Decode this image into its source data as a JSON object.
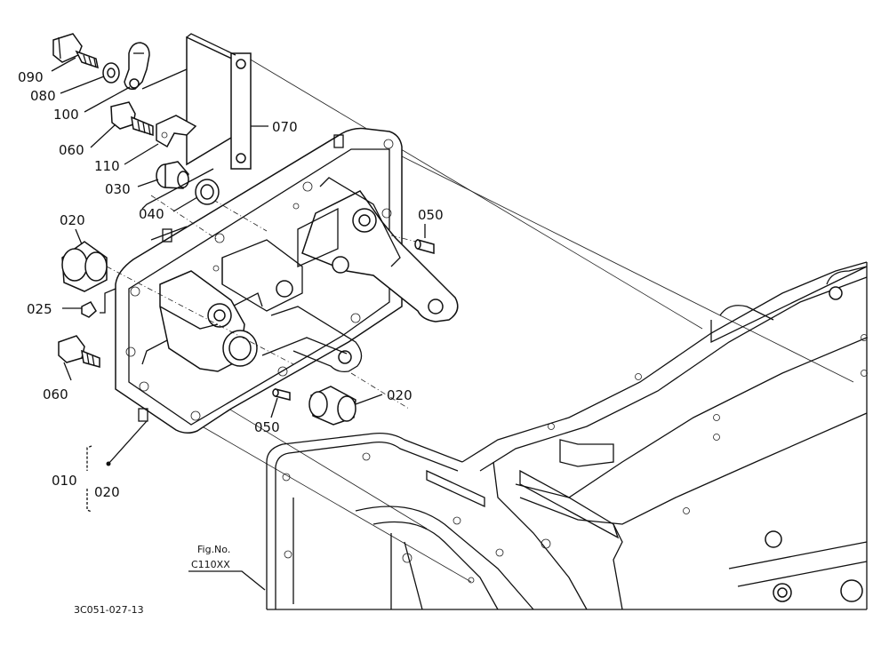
{
  "callouts": {
    "c090": "090",
    "c080": "080",
    "c100": "100",
    "c060_top": "060",
    "c110": "110",
    "c030": "030",
    "c040": "040",
    "c070": "070",
    "c050_right": "050",
    "c020_left": "020",
    "c025": "025",
    "c060_bottom": "060",
    "c050_bottom": "050",
    "c020_bottom": "020",
    "c010": "010",
    "c020_bracket": "020"
  },
  "figure_reference": {
    "line1": "Fig.No.",
    "line2": "C110XX"
  },
  "diagram_code": "3C051-027-13"
}
